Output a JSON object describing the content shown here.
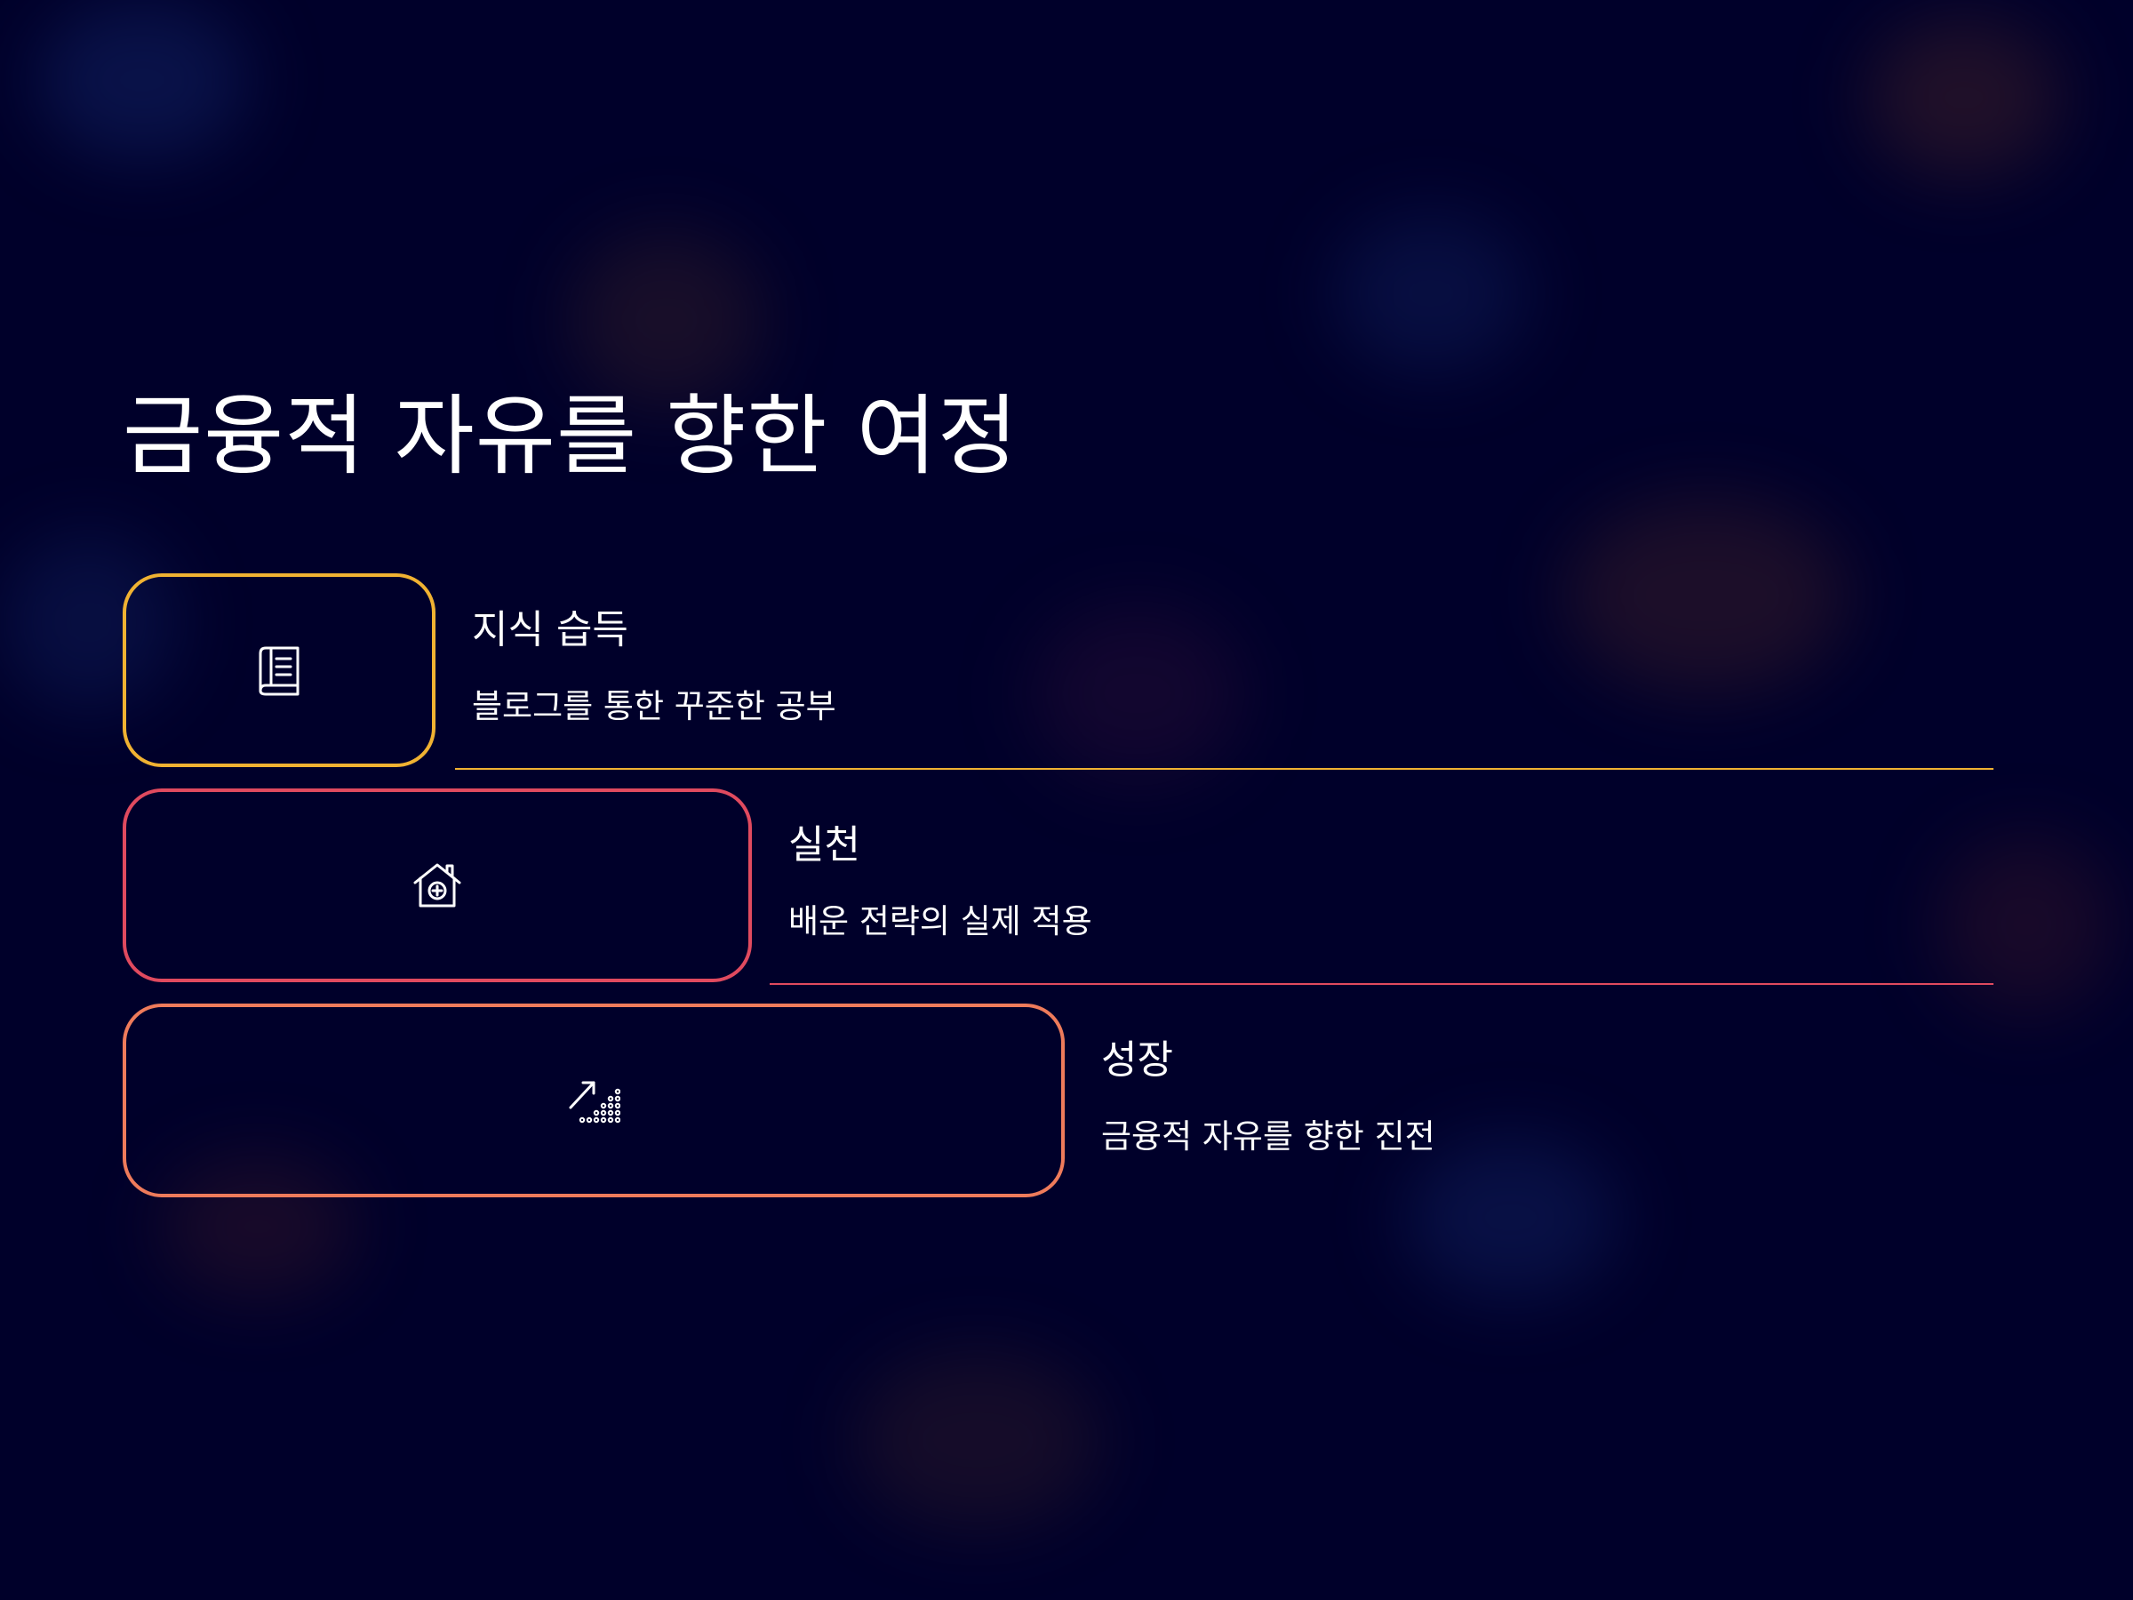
{
  "title": "금융적 자유를 향한 여정",
  "colors": {
    "background": "#00002a",
    "step1": "#f0b232",
    "step2": "#e04a5f",
    "step3": "#ee7b5b"
  },
  "steps": [
    {
      "icon": "book-icon",
      "title": "지식 습득",
      "description": "블로그를 통한 꾸준한 공부"
    },
    {
      "icon": "house-plus-icon",
      "title": "실천",
      "description": "배운 전략의 실제 적용"
    },
    {
      "icon": "growth-chart-icon",
      "title": "성장",
      "description": "금융적 자유를 향한 진전"
    }
  ]
}
